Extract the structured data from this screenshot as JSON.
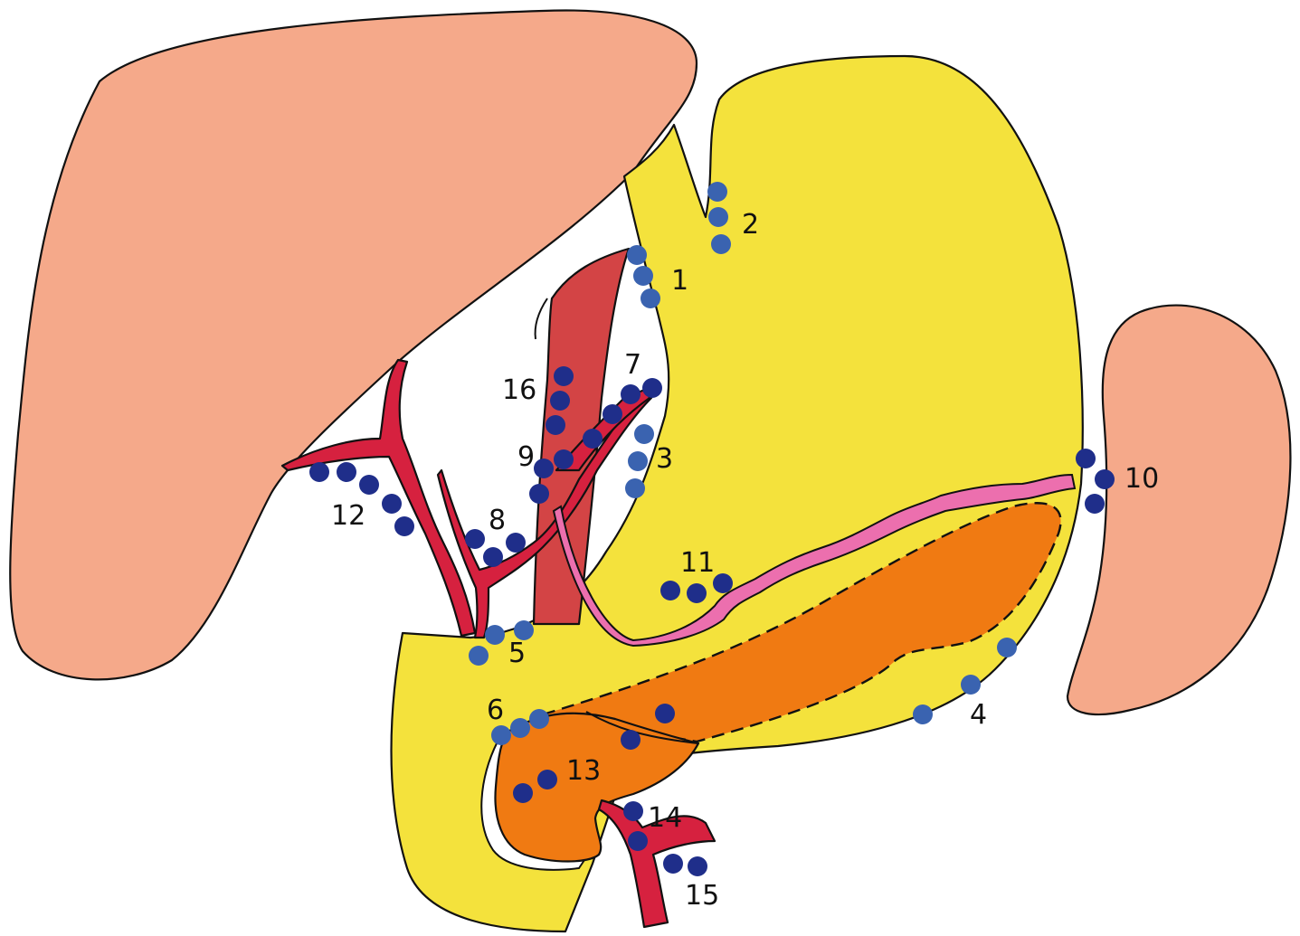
{
  "colors": {
    "liver": "#f5a98a",
    "stomach": "#f4e23c",
    "pancreas": "#f07a12",
    "artery": "#d6213f",
    "aorta": "#d34445",
    "splenic_artery": "#ec6fae",
    "spleen": "#f5a98a",
    "node_light": "#3a63b0",
    "node_dark": "#1f2e8a",
    "outline": "#111111"
  },
  "lymph_node_stations": [
    {
      "id": "station-1",
      "label": "1"
    },
    {
      "id": "station-2",
      "label": "2"
    },
    {
      "id": "station-3",
      "label": "3"
    },
    {
      "id": "station-4",
      "label": "4"
    },
    {
      "id": "station-5",
      "label": "5"
    },
    {
      "id": "station-6",
      "label": "6"
    },
    {
      "id": "station-7",
      "label": "7"
    },
    {
      "id": "station-8",
      "label": "8"
    },
    {
      "id": "station-9",
      "label": "9"
    },
    {
      "id": "station-10",
      "label": "10"
    },
    {
      "id": "station-11",
      "label": "11"
    },
    {
      "id": "station-12",
      "label": "12"
    },
    {
      "id": "station-13",
      "label": "13"
    },
    {
      "id": "station-14",
      "label": "14"
    },
    {
      "id": "station-15",
      "label": "15"
    },
    {
      "id": "station-16",
      "label": "16"
    }
  ]
}
